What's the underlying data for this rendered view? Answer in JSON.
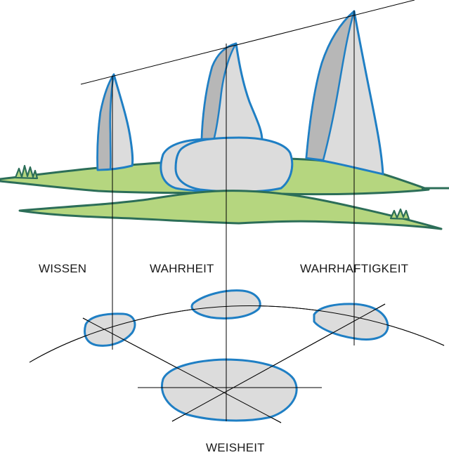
{
  "labels": {
    "wissen": "WISSEN",
    "wahrheit": "WAHRHEIT",
    "wahrhaftigkeit": "WAHRHAFTIGKEIT",
    "weisheit": "WEISHEIT"
  },
  "colors": {
    "stone_fill": "#dcdcdc",
    "stone_shadow": "#b7b7b7",
    "stone_outline": "#1f7fc4",
    "grass_fill": "#b5d67f",
    "grass_outline": "#2c6e58",
    "line": "#000000"
  }
}
